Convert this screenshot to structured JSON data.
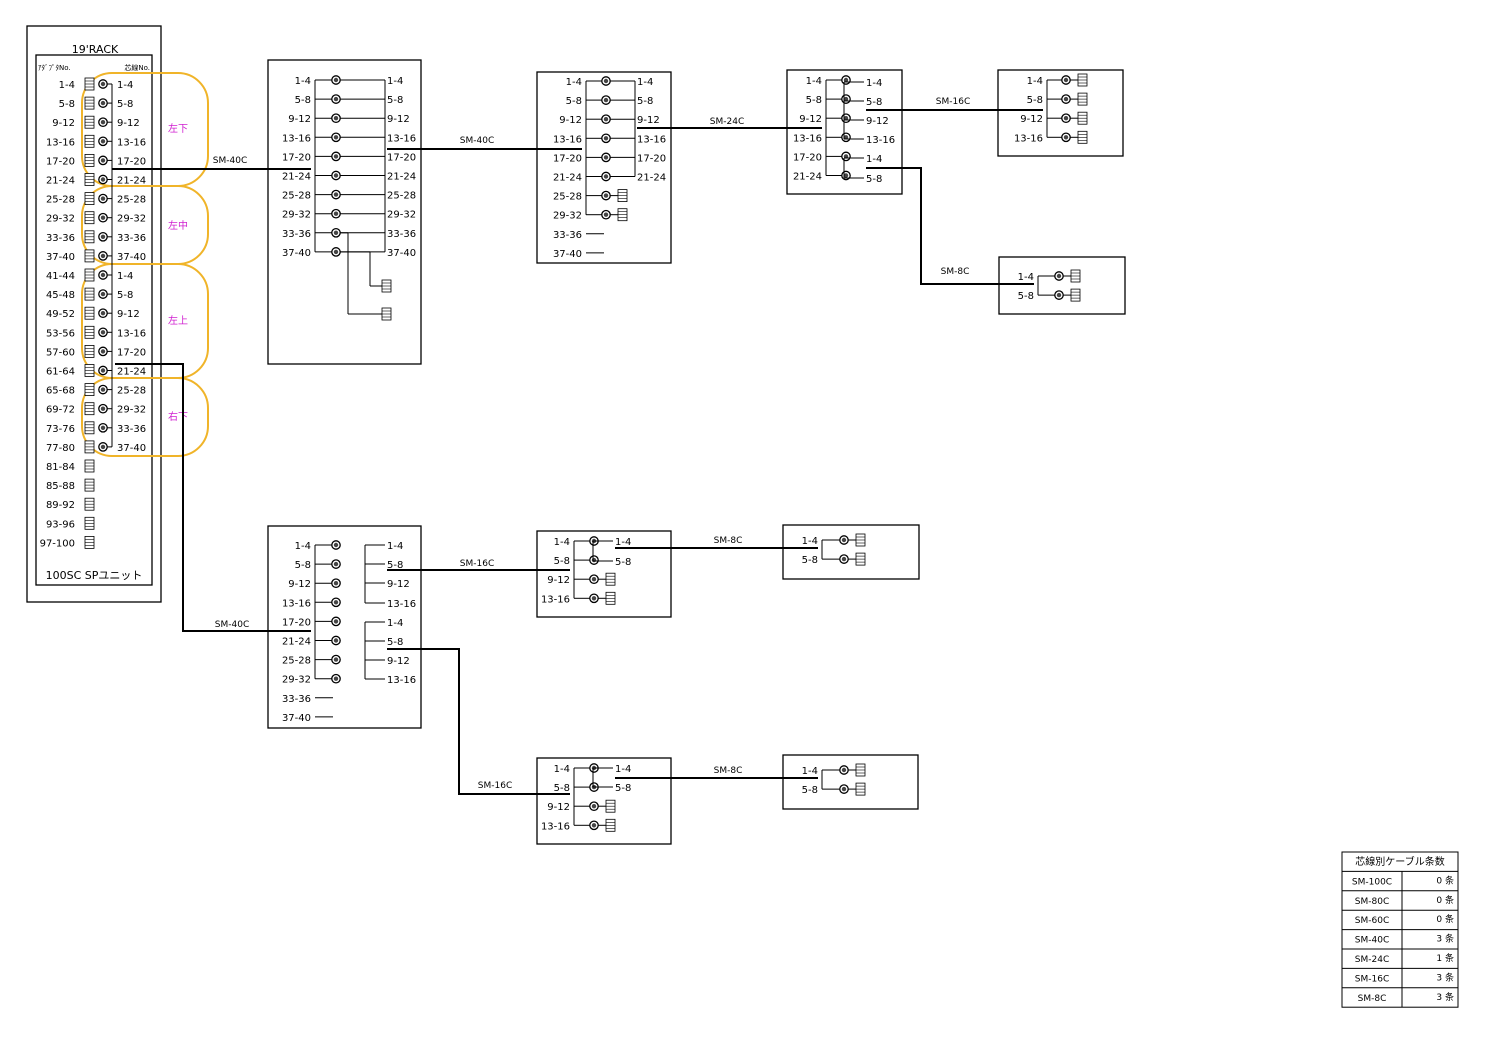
{
  "rack": {
    "title": "19'RACK",
    "adapter_header": "ｱﾀﾞﾌﾟﾀNo.",
    "core_header": "芯線No.",
    "footer": "100SC SPユニット",
    "adapter_rows": [
      "1-4",
      "5-8",
      "9-12",
      "13-16",
      "17-20",
      "21-24",
      "25-28",
      "29-32",
      "33-36",
      "37-40",
      "41-44",
      "45-48",
      "49-52",
      "53-56",
      "57-60",
      "61-64",
      "65-68",
      "69-72",
      "73-76",
      "77-80",
      "81-84",
      "85-88",
      "89-92",
      "93-96",
      "97-100"
    ],
    "core_rows": [
      "1-4",
      "5-8",
      "9-12",
      "13-16",
      "17-20",
      "21-24",
      "25-28",
      "29-32",
      "33-36",
      "37-40",
      "1-4",
      "5-8",
      "9-12",
      "13-16",
      "17-20",
      "21-24",
      "25-28",
      "29-32",
      "33-36",
      "37-40"
    ],
    "groups": [
      "左下",
      "左中",
      "左上",
      "右下"
    ]
  },
  "boxes": [
    {
      "left": [
        "1-4",
        "5-8",
        "9-12",
        "13-16",
        "17-20",
        "21-24",
        "25-28",
        "29-32",
        "33-36",
        "37-40"
      ],
      "right": [
        "1-4",
        "5-8",
        "9-12",
        "13-16",
        "17-20",
        "21-24",
        "25-28",
        "29-32",
        "33-36",
        "37-40"
      ]
    },
    {
      "left": [
        "1-4",
        "5-8",
        "9-12",
        "13-16",
        "17-20",
        "21-24",
        "25-28",
        "29-32",
        "33-36",
        "37-40"
      ],
      "right": [
        "1-4",
        "5-8",
        "9-12",
        "13-16",
        "17-20",
        "21-24"
      ]
    },
    {
      "left": [
        "1-4",
        "5-8",
        "9-12",
        "13-16",
        "17-20",
        "21-24"
      ],
      "right": [
        "1-4",
        "5-8",
        "9-12",
        "13-16",
        "1-4",
        "5-8"
      ]
    },
    {
      "left": [
        "1-4",
        "5-8",
        "9-12",
        "13-16"
      ],
      "right": []
    },
    {
      "left": [
        "1-4",
        "5-8"
      ],
      "right": []
    },
    {
      "left": [
        "1-4",
        "5-8",
        "9-12",
        "13-16",
        "17-20",
        "21-24",
        "25-28",
        "29-32",
        "33-36",
        "37-40"
      ],
      "right": [
        "1-4",
        "5-8",
        "9-12",
        "13-16",
        "1-4",
        "5-8",
        "9-12",
        "13-16"
      ]
    },
    {
      "left": [
        "1-4",
        "5-8",
        "9-12",
        "13-16"
      ],
      "right": [
        "1-4",
        "5-8"
      ]
    },
    {
      "left": [
        "1-4",
        "5-8"
      ],
      "right": []
    },
    {
      "left": [
        "1-4",
        "5-8",
        "9-12",
        "13-16"
      ],
      "right": [
        "1-4",
        "5-8"
      ]
    },
    {
      "left": [
        "1-4",
        "5-8"
      ],
      "right": []
    }
  ],
  "cables": [
    "SM-40C",
    "SM-40C",
    "SM-24C",
    "SM-16C",
    "SM-8C",
    "SM-16C",
    "SM-8C",
    "SM-40C",
    "SM-16C",
    "SM-8C"
  ],
  "summary": {
    "title": "芯線別ケーブル条数",
    "rows": [
      {
        "type": "SM-100C",
        "count": "0 条"
      },
      {
        "type": "SM-80C",
        "count": "0 条"
      },
      {
        "type": "SM-60C",
        "count": "0 条"
      },
      {
        "type": "SM-40C",
        "count": "3 条"
      },
      {
        "type": "SM-24C",
        "count": "1 条"
      },
      {
        "type": "SM-16C",
        "count": "3 条"
      },
      {
        "type": "SM-8C",
        "count": "3 条"
      }
    ]
  },
  "colors": {
    "line": "#000000",
    "group_outline": "#f0b429",
    "group_label": "#d020d0"
  }
}
